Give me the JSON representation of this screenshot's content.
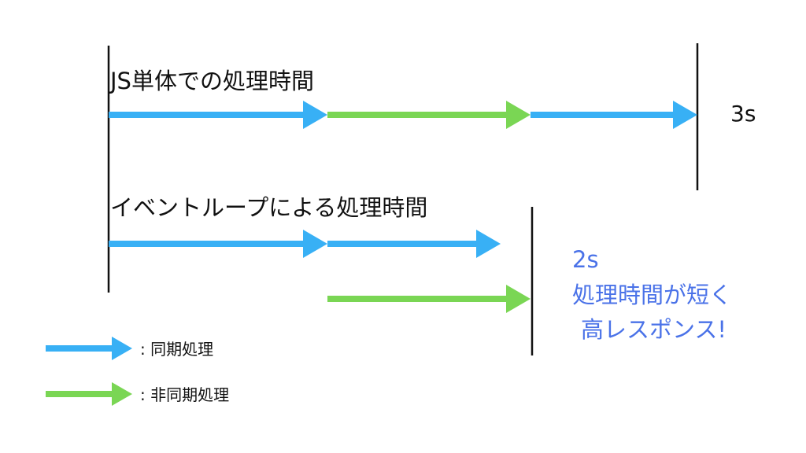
{
  "colors": {
    "sync": "#38b0f5",
    "async": "#7ad654",
    "line": "#111111",
    "result_text": "#4a72e8"
  },
  "js_alone": {
    "title": "JS単体での処理時間",
    "time": "3s",
    "segments": [
      "sync",
      "async",
      "sync"
    ]
  },
  "event_loop": {
    "title": "イベントループによる処理時間",
    "segments_row1": [
      "sync",
      "sync"
    ],
    "segments_row2": [
      "async"
    ],
    "result_lines": [
      "2s",
      "処理時間が短く",
      "高レスポンス!"
    ]
  },
  "legend": {
    "sync_label": ": 同期処理",
    "async_label": ": 非同期処理"
  }
}
